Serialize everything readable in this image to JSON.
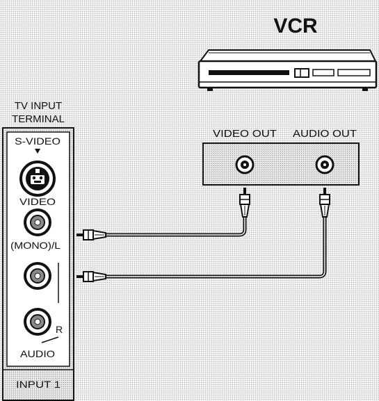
{
  "vcr": {
    "title": "VCR",
    "video_out_label": "VIDEO OUT",
    "audio_out_label": "AUDIO OUT"
  },
  "tv": {
    "title_line1": "TV INPUT",
    "title_line2": "TERMINAL",
    "svideo_label": "S-VIDEO",
    "video_label": "VIDEO",
    "mono_l_label": "(MONO)/L",
    "r_label": "R",
    "audio_label": "AUDIO",
    "input_label": "INPUT 1"
  },
  "colors": {
    "ink": "#111111",
    "panel": "#ffffff",
    "dot_background": "#f2f2f2",
    "jack_fill": "#8a8a8a"
  }
}
